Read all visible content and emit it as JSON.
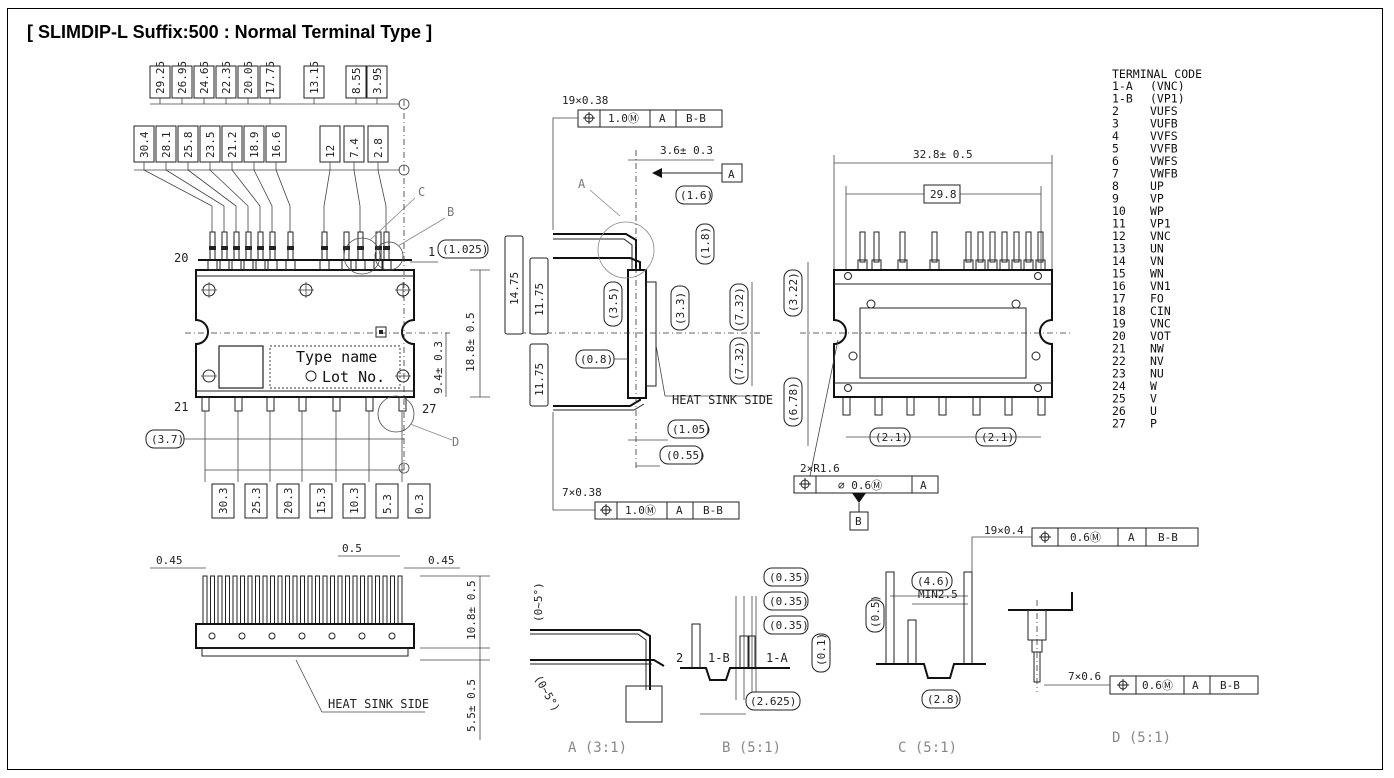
{
  "title": "[ SLIMDIP-L Suffix:500 : Normal Terminal Type ]",
  "top_view": {
    "top_row_dims": [
      "29.25",
      "26.95",
      "24.65",
      "22.35",
      "20.05",
      "17.75",
      "13.15",
      "8.55",
      "3.95"
    ],
    "second_row_dims": [
      "30.4",
      "28.1",
      "25.8",
      "23.5",
      "21.2",
      "18.9",
      "16.6",
      "12",
      "7.4",
      "2.8"
    ],
    "bottom_row_dims": [
      "30.3",
      "25.3",
      "20.3",
      "15.3",
      "10.3",
      "5.3",
      "0.3"
    ],
    "pin_labels": {
      "p20": "20",
      "p21": "21",
      "p27": "27",
      "p1": "1"
    },
    "dim_1025": "(1.025)",
    "dim_37": "(3.7)",
    "dim_188": "18.8± 0.5",
    "dim_94": "9.4± 0.3",
    "type_name": "Type name",
    "lot_no": "Lot No.",
    "callout_c": "C",
    "callout_b": "B",
    "callout_d": "D"
  },
  "side_view": {
    "tol_top": {
      "count": "19×0.38",
      "value": "1.0Ⓜ",
      "a": "A",
      "bb": "B-B"
    },
    "tol_bottom": {
      "count": "7×0.38",
      "value": "1.0Ⓜ",
      "a": "A",
      "bb": "B-B"
    },
    "datum_a": "A",
    "callout_a": "A",
    "dims": {
      "d36": "3.6± 0.3",
      "d16": "(1.6)",
      "d18": "(1.8)",
      "d1475": "14.75",
      "d1175a": "11.75",
      "d35": "(3.5)",
      "d33": "(3.3)",
      "d732a": "(7.32)",
      "d732b": "(7.32)",
      "d08": "(0.8)",
      "d1175b": "11.75",
      "d105": "(1.05)",
      "d055": "(0.55)"
    },
    "heat_sink": "HEAT SINK SIDE"
  },
  "bottom_view": {
    "d328": "32.8± 0.5",
    "d298": "29.8",
    "d322": "(3.22)",
    "d678": "(6.78)",
    "d21a": "(2.1)",
    "d21b": "(2.1)",
    "r16": "2×R1.6",
    "tol": {
      "value": "∅ 0.6Ⓜ",
      "a": "A"
    },
    "datum_b": "B"
  },
  "terminal_code": {
    "heading": "TERMINAL CODE",
    "rows": [
      [
        "1-A",
        "(VNC)"
      ],
      [
        "1-B",
        "(VP1)"
      ],
      [
        "2",
        "VUFS"
      ],
      [
        "3",
        "VUFB"
      ],
      [
        "4",
        "VVFS"
      ],
      [
        "5",
        "VVFB"
      ],
      [
        "6",
        "VWFS"
      ],
      [
        "7",
        "VWFB"
      ],
      [
        "8",
        "UP"
      ],
      [
        "9",
        "VP"
      ],
      [
        "10",
        "WP"
      ],
      [
        "11",
        "VP1"
      ],
      [
        "12",
        "VNC"
      ],
      [
        "13",
        "UN"
      ],
      [
        "14",
        "VN"
      ],
      [
        "15",
        "WN"
      ],
      [
        "16",
        "VN1"
      ],
      [
        "17",
        "FO"
      ],
      [
        "18",
        "CIN"
      ],
      [
        "19",
        "VNC"
      ],
      [
        "20",
        "VOT"
      ],
      [
        "21",
        "NW"
      ],
      [
        "22",
        "NV"
      ],
      [
        "23",
        "NU"
      ],
      [
        "24",
        "W"
      ],
      [
        "25",
        "V"
      ],
      [
        "26",
        "U"
      ],
      [
        "27",
        "P"
      ]
    ]
  },
  "front_view": {
    "d045a": "0.45",
    "d05": "0.5",
    "d045b": "0.45",
    "d108": "10.8± 0.5",
    "d55": "5.5± 0.5",
    "heat_sink": "HEAT SINK SIDE"
  },
  "detail_a": {
    "ang1": "(0~5°)",
    "ang2": "(0~5°)",
    "caption": "A (3:1)"
  },
  "detail_b": {
    "d035a": "(0.35)",
    "d035b": "(0.35)",
    "d035c": "(0.35)",
    "d01": "(0.1)",
    "d2625": "(2.625)",
    "l2": "2",
    "l1b": "1-B",
    "l1a": "1-A",
    "caption": "B (5:1)"
  },
  "detail_c": {
    "d46": "(4.6)",
    "min25": "MIN2.5",
    "d05": "(0.5)",
    "d28": "(2.8)",
    "tol": {
      "count": "19×0.4",
      "value": "0.6Ⓜ",
      "a": "A",
      "bb": "B-B"
    },
    "caption": "C (5:1)"
  },
  "detail_d": {
    "tol": {
      "count": "7×0.6",
      "value": "0.6Ⓜ",
      "a": "A",
      "bb": "B-B"
    },
    "caption": "D (5:1)"
  }
}
